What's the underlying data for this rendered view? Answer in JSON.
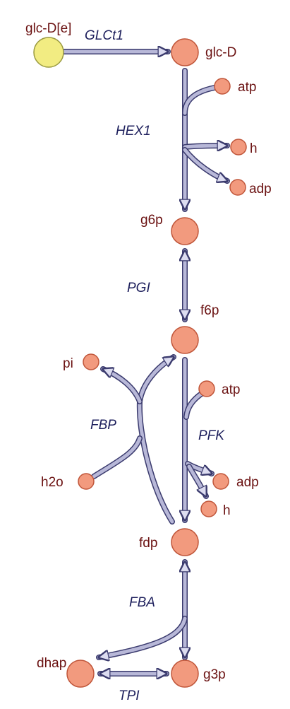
{
  "colors": {
    "node_fill": "#f29a7e",
    "node_stroke": "#c0563a",
    "external_node_fill": "#f2ec82",
    "external_node_stroke": "#9a9a40",
    "edge_fill": "#b8b8d8",
    "edge_stroke": "#3b3b6e",
    "metabolite_text": "#6b1212",
    "reaction_text": "#1d1f5c"
  },
  "metabolites": {
    "glc_e": "glc-D[e]",
    "glc": "glc-D",
    "atp1": "atp",
    "h1": "h",
    "adp1": "adp",
    "g6p": "g6p",
    "f6p": "f6p",
    "pi": "pi",
    "h2o": "h2o",
    "atp2": "atp",
    "adp2": "adp",
    "h2": "h",
    "fdp": "fdp",
    "dhap": "dhap",
    "g3p": "g3p"
  },
  "reactions": {
    "glct1": "GLCt1",
    "hex1": "HEX1",
    "pgi": "PGI",
    "fbp": "FBP",
    "pfk": "PFK",
    "fba": "FBA",
    "tpi": "TPI"
  }
}
